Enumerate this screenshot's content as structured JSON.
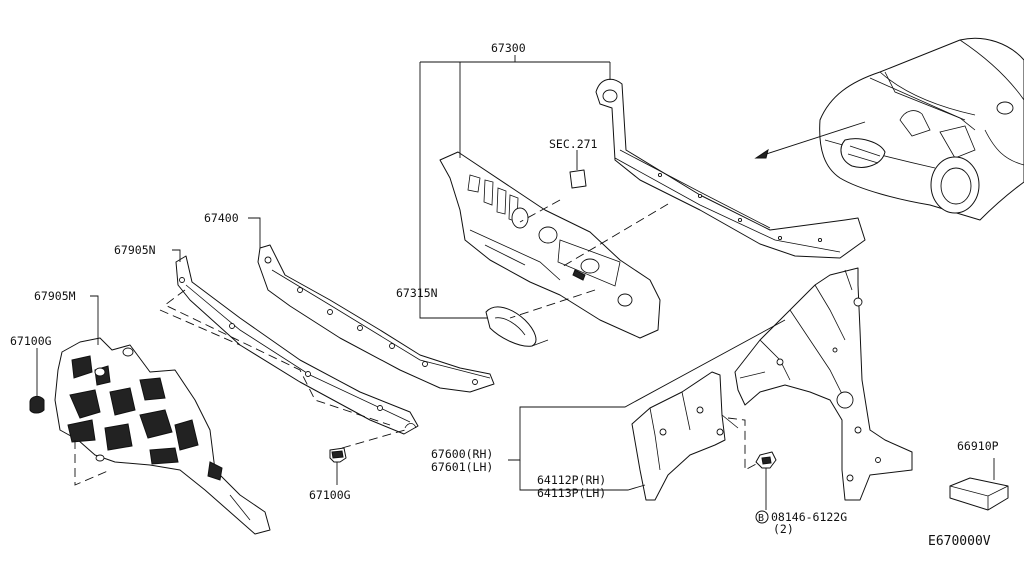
{
  "labels": {
    "p67300": "67300",
    "sec271": "SEC.271",
    "p67400": "67400",
    "p67905n": "67905N",
    "p67905m": "67905M",
    "p67100g_left": "67100G",
    "p67100g_bottom": "67100G",
    "p67315n": "67315N",
    "p67600": "67600(RH)",
    "p67601": "67601(LH)",
    "p64112p": "64112P(RH)",
    "p64113p": "64113P(LH)",
    "bolt_code": "08146-6122G",
    "bolt_qty": "(2)",
    "bolt_marker": "B",
    "p66910p": "66910P",
    "diagram_id": "E670000V"
  }
}
